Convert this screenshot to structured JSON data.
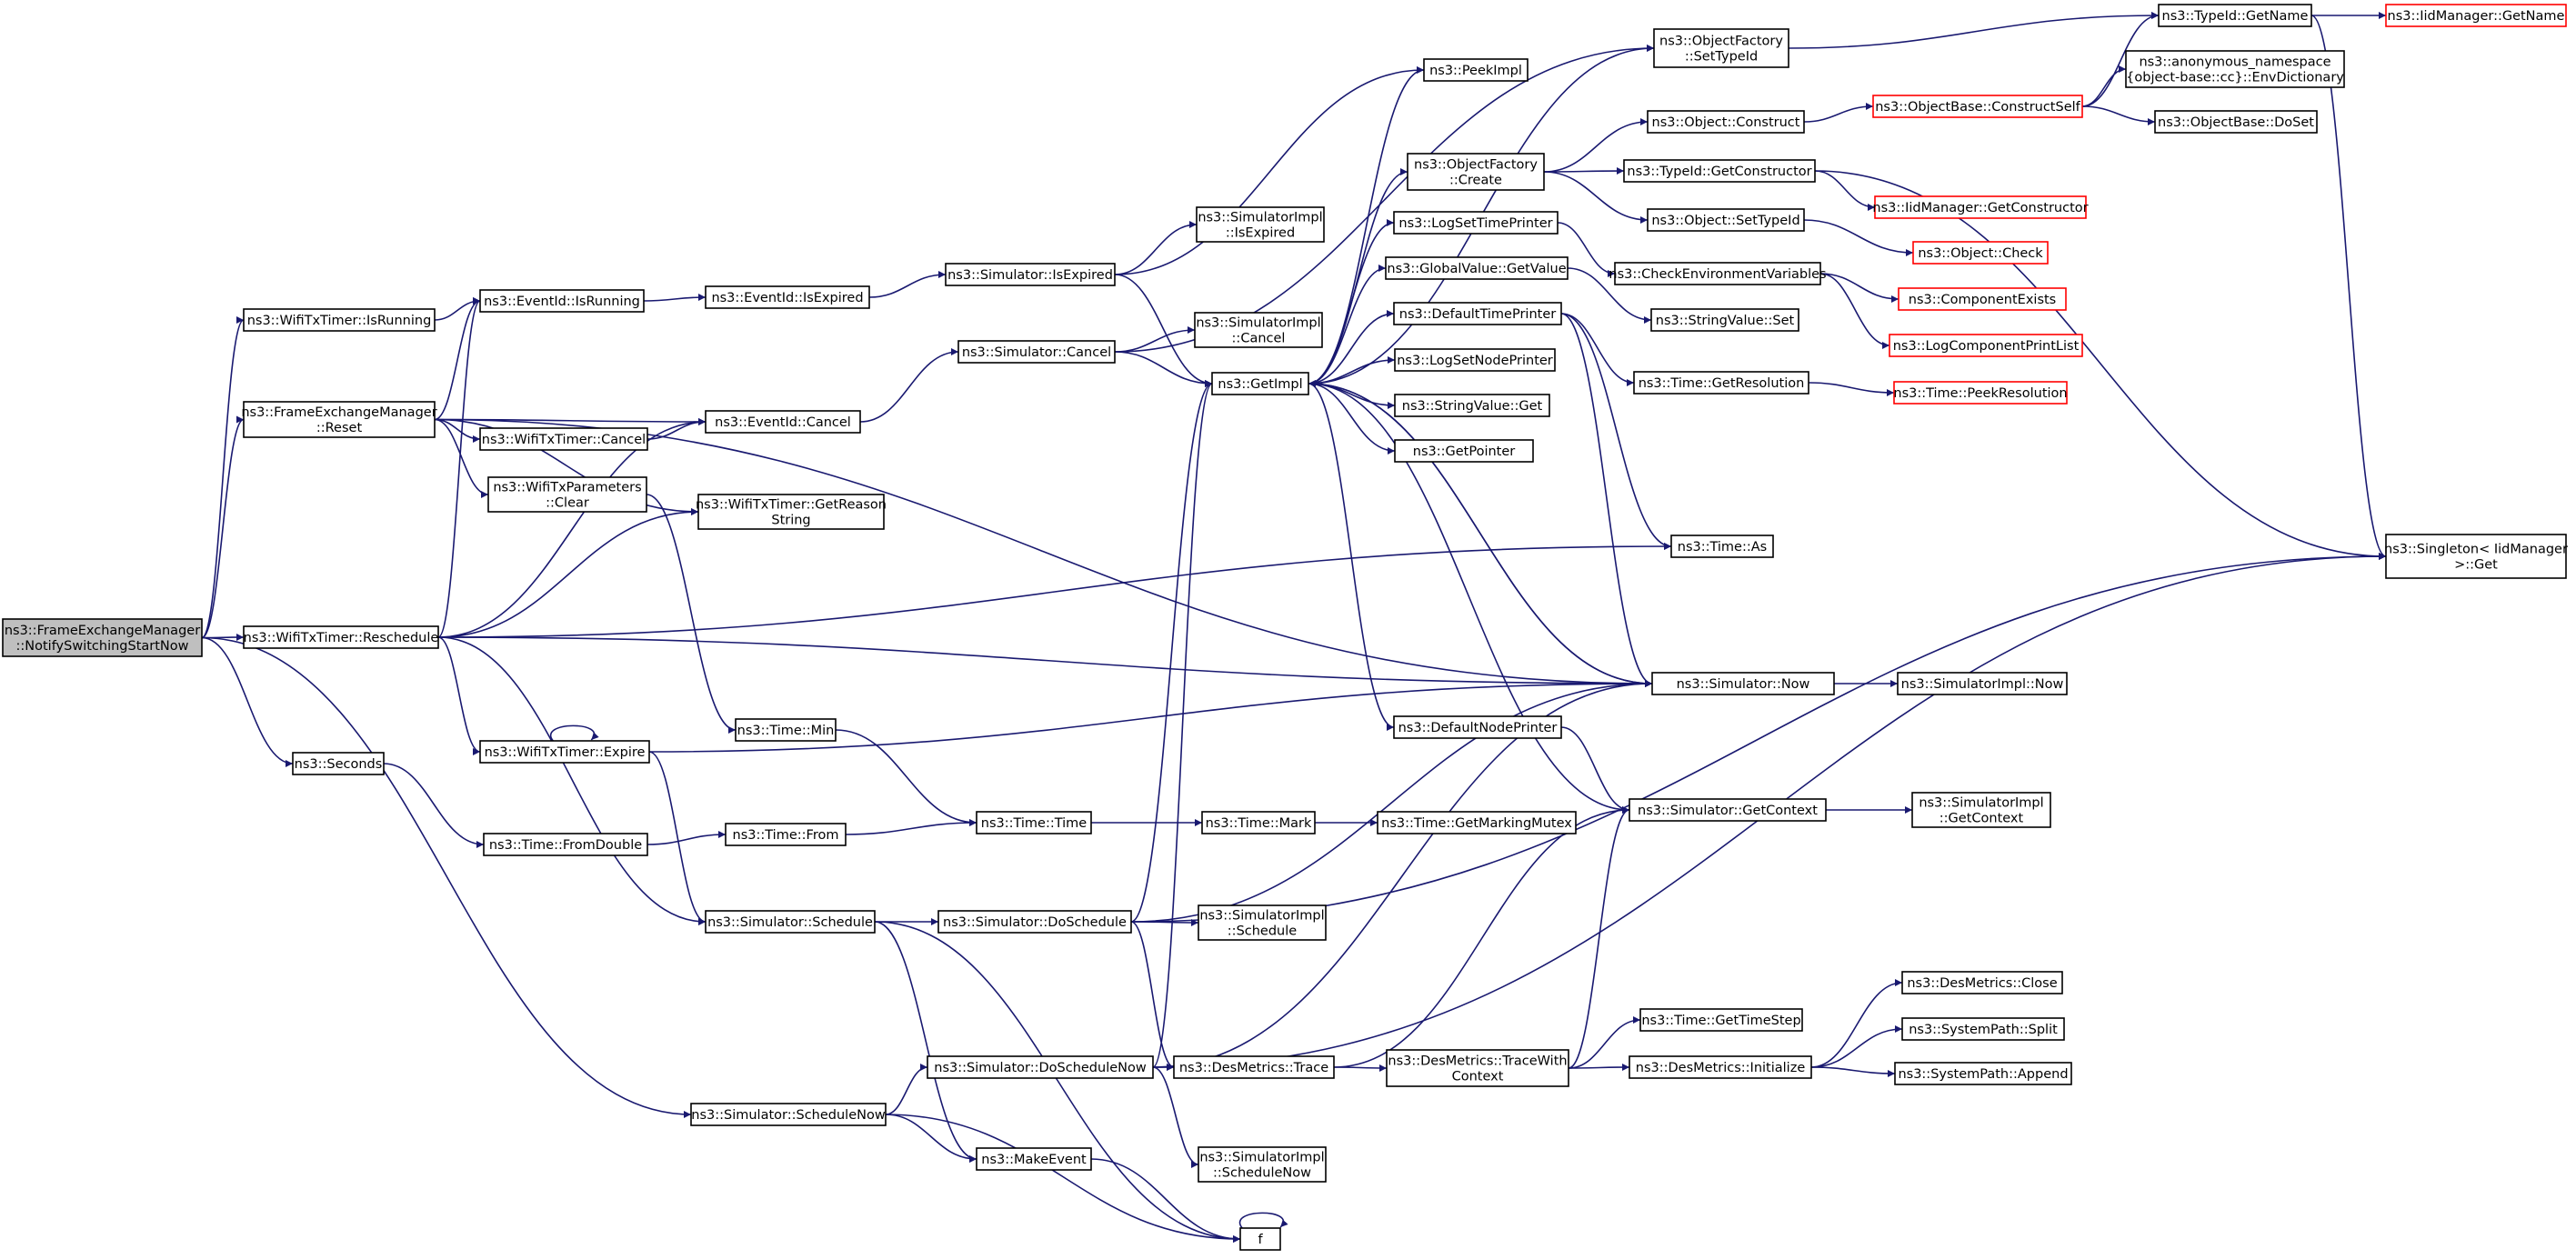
{
  "diagram": {
    "type": "call-graph",
    "nodes": [
      {
        "id": "root",
        "lines": [
          "ns3::FrameExchangeManager",
          "::NotifySwitchingStartNow"
        ],
        "style": "root"
      },
      {
        "id": "wifi_isrunning",
        "lines": [
          "ns3::WifiTxTimer::IsRunning"
        ]
      },
      {
        "id": "fem_reset",
        "lines": [
          "ns3::FrameExchangeManager",
          "::Reset"
        ]
      },
      {
        "id": "wifi_resched",
        "lines": [
          "ns3::WifiTxTimer::Reschedule"
        ]
      },
      {
        "id": "seconds",
        "lines": [
          "ns3::Seconds"
        ]
      },
      {
        "id": "sim_schednow",
        "lines": [
          "ns3::Simulator::ScheduleNow"
        ]
      },
      {
        "id": "ev_isrunning",
        "lines": [
          "ns3::EventId::IsRunning"
        ]
      },
      {
        "id": "wifi_cancel",
        "lines": [
          "ns3::WifiTxTimer::Cancel"
        ]
      },
      {
        "id": "wifi_params",
        "lines": [
          "ns3::WifiTxParameters",
          "::Clear"
        ]
      },
      {
        "id": "wifi_expire",
        "lines": [
          "ns3::WifiTxTimer::Expire"
        ]
      },
      {
        "id": "time_fromdouble",
        "lines": [
          "ns3::Time::FromDouble"
        ]
      },
      {
        "id": "ev_isexpired",
        "lines": [
          "ns3::EventId::IsExpired"
        ]
      },
      {
        "id": "ev_cancel",
        "lines": [
          "ns3::EventId::Cancel"
        ]
      },
      {
        "id": "wifi_reason",
        "lines": [
          "ns3::WifiTxTimer::GetReason",
          "String"
        ]
      },
      {
        "id": "time_min",
        "lines": [
          "ns3::Time::Min"
        ]
      },
      {
        "id": "time_from",
        "lines": [
          "ns3::Time::From"
        ]
      },
      {
        "id": "sim_schedule",
        "lines": [
          "ns3::Simulator::Schedule"
        ]
      },
      {
        "id": "sim_isexpired",
        "lines": [
          "ns3::Simulator::IsExpired"
        ]
      },
      {
        "id": "sim_cancel",
        "lines": [
          "ns3::Simulator::Cancel"
        ]
      },
      {
        "id": "time_time",
        "lines": [
          "ns3::Time::Time"
        ]
      },
      {
        "id": "sim_dosched",
        "lines": [
          "ns3::Simulator::DoSchedule"
        ]
      },
      {
        "id": "sim_doschednow",
        "lines": [
          "ns3::Simulator::DoScheduleNow"
        ]
      },
      {
        "id": "make_event",
        "lines": [
          "ns3::MakeEvent"
        ]
      },
      {
        "id": "peekimpl",
        "lines": [
          "ns3::PeekImpl"
        ]
      },
      {
        "id": "simimpl_isexp",
        "lines": [
          "ns3::SimulatorImpl",
          "::IsExpired"
        ]
      },
      {
        "id": "simimpl_cancel",
        "lines": [
          "ns3::SimulatorImpl",
          "::Cancel"
        ]
      },
      {
        "id": "getimpl",
        "lines": [
          "ns3::GetImpl"
        ]
      },
      {
        "id": "time_mark",
        "lines": [
          "ns3::Time::Mark"
        ]
      },
      {
        "id": "simimpl_sched",
        "lines": [
          "ns3::SimulatorImpl",
          "::Schedule"
        ]
      },
      {
        "id": "des_trace",
        "lines": [
          "ns3::DesMetrics::Trace"
        ]
      },
      {
        "id": "simimpl_schednow",
        "lines": [
          "ns3::SimulatorImpl",
          "::ScheduleNow"
        ]
      },
      {
        "id": "f",
        "lines": [
          "f"
        ]
      },
      {
        "id": "objfac_create",
        "lines": [
          "ns3::ObjectFactory",
          "::Create"
        ]
      },
      {
        "id": "logsettime",
        "lines": [
          "ns3::LogSetTimePrinter"
        ]
      },
      {
        "id": "gv_getvalue",
        "lines": [
          "ns3::GlobalValue::GetValue"
        ]
      },
      {
        "id": "deftime",
        "lines": [
          "ns3::DefaultTimePrinter"
        ]
      },
      {
        "id": "logsetnode",
        "lines": [
          "ns3::LogSetNodePrinter"
        ]
      },
      {
        "id": "strval_get",
        "lines": [
          "ns3::StringValue::Get"
        ]
      },
      {
        "id": "getpointer",
        "lines": [
          "ns3::GetPointer"
        ]
      },
      {
        "id": "defnode",
        "lines": [
          "ns3::DefaultNodePrinter"
        ]
      },
      {
        "id": "time_getmarking",
        "lines": [
          "ns3::Time::GetMarkingMutex"
        ]
      },
      {
        "id": "des_tracewith",
        "lines": [
          "ns3::DesMetrics::TraceWith",
          "Context"
        ]
      },
      {
        "id": "objfac_settypeid",
        "lines": [
          "ns3::ObjectFactory",
          "::SetTypeId"
        ]
      },
      {
        "id": "obj_construct",
        "lines": [
          "ns3::Object::Construct"
        ]
      },
      {
        "id": "typeid_getctor",
        "lines": [
          "ns3::TypeId::GetConstructor"
        ]
      },
      {
        "id": "obj_settypeid",
        "lines": [
          "ns3::Object::SetTypeId"
        ]
      },
      {
        "id": "checkenv",
        "lines": [
          "ns3::CheckEnvironmentVariables"
        ]
      },
      {
        "id": "strval_set",
        "lines": [
          "ns3::StringValue::Set"
        ]
      },
      {
        "id": "time_getres",
        "lines": [
          "ns3::Time::GetResolution"
        ]
      },
      {
        "id": "time_as",
        "lines": [
          "ns3::Time::As"
        ]
      },
      {
        "id": "sim_now",
        "lines": [
          "ns3::Simulator::Now"
        ]
      },
      {
        "id": "sim_getctx",
        "lines": [
          "ns3::Simulator::GetContext"
        ]
      },
      {
        "id": "time_getstep",
        "lines": [
          "ns3::Time::GetTimeStep"
        ]
      },
      {
        "id": "des_init",
        "lines": [
          "ns3::DesMetrics::Initialize"
        ]
      },
      {
        "id": "typeid_getname",
        "lines": [
          "ns3::TypeId::GetName"
        ]
      },
      {
        "id": "anon_envdict",
        "lines": [
          "ns3::anonymous_namespace",
          "{object-base::cc}::EnvDictionary"
        ]
      },
      {
        "id": "objbase_cself",
        "lines": [
          "ns3::ObjectBase::ConstructSelf"
        ],
        "style": "red"
      },
      {
        "id": "objbase_doset",
        "lines": [
          "ns3::ObjectBase::DoSet"
        ]
      },
      {
        "id": "iid_getctor",
        "lines": [
          "ns3::IidManager::GetConstructor"
        ],
        "style": "red"
      },
      {
        "id": "obj_check",
        "lines": [
          "ns3::Object::Check"
        ],
        "style": "red"
      },
      {
        "id": "compexists",
        "lines": [
          "ns3::ComponentExists"
        ],
        "style": "red"
      },
      {
        "id": "logcomplist",
        "lines": [
          "ns3::LogComponentPrintList"
        ],
        "style": "red"
      },
      {
        "id": "time_peekres",
        "lines": [
          "ns3::Time::PeekResolution"
        ],
        "style": "red"
      },
      {
        "id": "simimpl_now",
        "lines": [
          "ns3::SimulatorImpl::Now"
        ]
      },
      {
        "id": "simimpl_getctx",
        "lines": [
          "ns3::SimulatorImpl",
          "::GetContext"
        ]
      },
      {
        "id": "des_close",
        "lines": [
          "ns3::DesMetrics::Close"
        ]
      },
      {
        "id": "sp_split",
        "lines": [
          "ns3::SystemPath::Split"
        ]
      },
      {
        "id": "sp_append",
        "lines": [
          "ns3::SystemPath::Append"
        ]
      },
      {
        "id": "iid_getname",
        "lines": [
          "ns3::IidManager::GetName"
        ],
        "style": "red"
      },
      {
        "id": "singleton",
        "lines": [
          "ns3::Singleton< IidManager",
          ">::Get"
        ]
      }
    ],
    "edges": [
      [
        "root",
        "wifi_isrunning"
      ],
      [
        "root",
        "fem_reset"
      ],
      [
        "root",
        "wifi_resched"
      ],
      [
        "root",
        "seconds"
      ],
      [
        "root",
        "sim_schednow"
      ],
      [
        "wifi_isrunning",
        "ev_isrunning"
      ],
      [
        "fem_reset",
        "ev_isrunning"
      ],
      [
        "fem_reset",
        "wifi_cancel"
      ],
      [
        "fem_reset",
        "ev_cancel"
      ],
      [
        "fem_reset",
        "wifi_params"
      ],
      [
        "fem_reset",
        "wifi_reason"
      ],
      [
        "fem_reset",
        "sim_now"
      ],
      [
        "wifi_resched",
        "ev_isrunning"
      ],
      [
        "wifi_resched",
        "ev_cancel"
      ],
      [
        "wifi_resched",
        "wifi_reason"
      ],
      [
        "wifi_resched",
        "time_as"
      ],
      [
        "wifi_resched",
        "sim_now"
      ],
      [
        "wifi_resched",
        "wifi_expire"
      ],
      [
        "wifi_resched",
        "sim_schedule"
      ],
      [
        "wifi_cancel",
        "ev_cancel"
      ],
      [
        "wifi_params",
        "time_min"
      ],
      [
        "wifi_expire",
        "wifi_expire"
      ],
      [
        "wifi_expire",
        "sim_now"
      ],
      [
        "wifi_expire",
        "sim_schedule"
      ],
      [
        "seconds",
        "time_fromdouble"
      ],
      [
        "time_fromdouble",
        "time_from"
      ],
      [
        "ev_isrunning",
        "ev_isexpired"
      ],
      [
        "ev_isexpired",
        "sim_isexpired"
      ],
      [
        "ev_cancel",
        "sim_cancel"
      ],
      [
        "time_min",
        "time_time"
      ],
      [
        "time_from",
        "time_time"
      ],
      [
        "sim_schedule",
        "sim_dosched"
      ],
      [
        "sim_schedule",
        "make_event"
      ],
      [
        "sim_schedule",
        "f"
      ],
      [
        "sim_schednow",
        "sim_doschednow"
      ],
      [
        "sim_schednow",
        "make_event"
      ],
      [
        "sim_schednow",
        "f"
      ],
      [
        "sim_isexpired",
        "peekimpl"
      ],
      [
        "sim_isexpired",
        "simimpl_isexp"
      ],
      [
        "sim_isexpired",
        "getimpl"
      ],
      [
        "sim_cancel",
        "objfac_settypeid"
      ],
      [
        "sim_cancel",
        "simimpl_cancel"
      ],
      [
        "sim_cancel",
        "getimpl"
      ],
      [
        "time_time",
        "time_mark"
      ],
      [
        "time_mark",
        "time_getmarking"
      ],
      [
        "sim_dosched",
        "getimpl"
      ],
      [
        "sim_dosched",
        "simimpl_sched"
      ],
      [
        "sim_dosched",
        "des_trace"
      ],
      [
        "sim_dosched",
        "sim_now"
      ],
      [
        "sim_dosched",
        "singleton"
      ],
      [
        "sim_doschednow",
        "getimpl"
      ],
      [
        "sim_doschednow",
        "des_trace"
      ],
      [
        "sim_doschednow",
        "simimpl_schednow"
      ],
      [
        "sim_doschednow",
        "sim_now"
      ],
      [
        "sim_doschednow",
        "singleton"
      ],
      [
        "make_event",
        "f"
      ],
      [
        "f",
        "f"
      ],
      [
        "getimpl",
        "peekimpl"
      ],
      [
        "getimpl",
        "objfac_settypeid"
      ],
      [
        "getimpl",
        "objfac_create"
      ],
      [
        "getimpl",
        "logsettime"
      ],
      [
        "getimpl",
        "gv_getvalue"
      ],
      [
        "getimpl",
        "deftime"
      ],
      [
        "getimpl",
        "logsetnode"
      ],
      [
        "getimpl",
        "strval_get"
      ],
      [
        "getimpl",
        "getpointer"
      ],
      [
        "getimpl",
        "defnode"
      ],
      [
        "getimpl",
        "sim_now"
      ],
      [
        "des_trace",
        "des_tracewith"
      ],
      [
        "des_trace",
        "sim_getctx"
      ],
      [
        "objfac_create",
        "obj_construct"
      ],
      [
        "objfac_create",
        "typeid_getctor"
      ],
      [
        "objfac_create",
        "obj_settypeid"
      ],
      [
        "objfac_settypeid",
        "typeid_getname"
      ],
      [
        "logsettime",
        "checkenv"
      ],
      [
        "gv_getvalue",
        "strval_set"
      ],
      [
        "deftime",
        "time_getres"
      ],
      [
        "deftime",
        "time_as"
      ],
      [
        "deftime",
        "sim_now"
      ],
      [
        "defnode",
        "sim_getctx"
      ],
      [
        "des_tracewith",
        "time_getstep"
      ],
      [
        "des_tracewith",
        "des_init"
      ],
      [
        "des_tracewith",
        "sim_getctx"
      ],
      [
        "obj_construct",
        "objbase_cself"
      ],
      [
        "typeid_getctor",
        "iid_getctor"
      ],
      [
        "typeid_getctor",
        "singleton"
      ],
      [
        "obj_settypeid",
        "obj_check"
      ],
      [
        "checkenv",
        "compexists"
      ],
      [
        "checkenv",
        "logcomplist"
      ],
      [
        "time_getres",
        "time_peekres"
      ],
      [
        "sim_now",
        "simimpl_now"
      ],
      [
        "sim_now",
        "getimpl"
      ],
      [
        "sim_getctx",
        "simimpl_getctx"
      ],
      [
        "sim_getctx",
        "getimpl"
      ],
      [
        "des_init",
        "des_close"
      ],
      [
        "des_init",
        "sp_split"
      ],
      [
        "des_init",
        "sp_append"
      ],
      [
        "objbase_cself",
        "typeid_getname"
      ],
      [
        "objbase_cself",
        "anon_envdict"
      ],
      [
        "objbase_cself",
        "objbase_doset"
      ],
      [
        "typeid_getname",
        "iid_getname"
      ],
      [
        "typeid_getname",
        "singleton"
      ]
    ]
  }
}
